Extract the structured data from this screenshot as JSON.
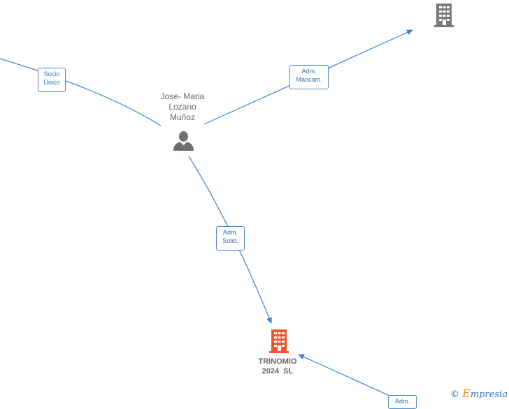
{
  "nodes": {
    "person": {
      "name_lines": [
        "Jose- Maria",
        "Lozano",
        "Muñoz"
      ],
      "icon": "person-icon"
    },
    "company_main": {
      "name_lines": [
        "TRINOMIO",
        "2024  SL"
      ],
      "icon": "building-icon",
      "color": "#f4562a"
    },
    "company_top": {
      "name_lines": [],
      "icon": "building-icon",
      "color": "#7a7a7a"
    }
  },
  "edges": {
    "socio_unico": {
      "label_lines": [
        "Socio",
        "Único"
      ]
    },
    "adm_mancom": {
      "label_lines": [
        "Adm.",
        "Mancom."
      ]
    },
    "adm_solid": {
      "label_lines": [
        "Adm.",
        "Solid."
      ]
    },
    "adm_bottom": {
      "label_lines": [
        "Adm."
      ]
    }
  },
  "watermark": {
    "symbol": "©",
    "brand_initial": "E",
    "brand_rest": "mpresia"
  },
  "colors": {
    "edge": "#3d7fcf",
    "label_text": "#2f6db5",
    "node_text": "#666666"
  }
}
